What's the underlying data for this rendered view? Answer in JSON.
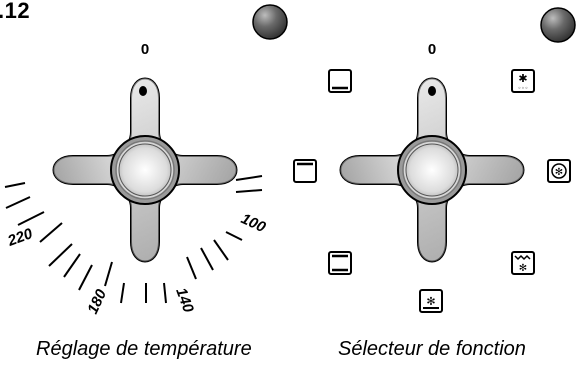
{
  "figure": {
    "number": ".12",
    "colors": {
      "indicator_lamp": "#4a4a4a",
      "knob_metal": "#c8c8c8",
      "outline": "#000000"
    }
  },
  "temperature_knob": {
    "zero_label": "0",
    "scale_labels": [
      "220",
      "180",
      "140",
      "100"
    ],
    "caption": "Réglage de température"
  },
  "function_knob": {
    "zero_label": "0",
    "function_icons": [
      "bottom-heat-icon",
      "defrost-icon",
      "top-heat-icon",
      "fan-icon",
      "top-bottom-heat-icon",
      "fan-grill-icon",
      "fan-bottom-heat-icon"
    ],
    "caption": "Sélecteur de fonction"
  }
}
